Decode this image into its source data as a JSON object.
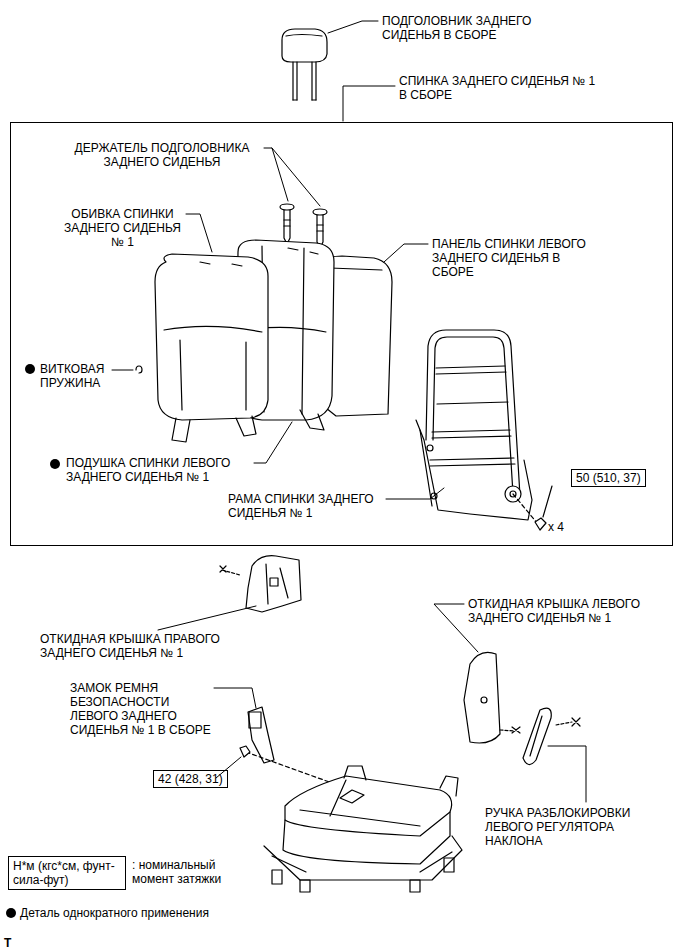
{
  "diagram": {
    "nodes": [
      {
        "text": [
          "СПИНКА ЗАДНЕГО СИДЕНЬЯ № 1 В СБОРЕ"
        ]
      },
      {
        "text": [
          "50 (510, 37)"
        ],
        "in": 0
      },
      {
        "text": [
          "42 (428, 31)"
        ]
      },
      {
        "text": [
          "Н*м (кгс*см, фунт-сила-фут)"
        ]
      }
    ],
    "labels": [
      "ПОДГОЛОВНИК ЗАДНЕГО СИДЕНЬЯ В СБОРЕ",
      "ДЕРЖАТЕЛЬ ПОДГОЛОВНИКА ЗАДНЕГО СИДЕНЬЯ",
      "ОБИВКА СПИНКИ ЗАДНЕГО СИДЕНЬЯ № 1",
      "ПАНЕЛЬ СПИНКИ ЛЕВОГО ЗАДНЕГО СИДЕНЬЯ В СБОРЕ",
      "ВИТКОВАЯ ПРУЖИНА",
      "ПОДУШКА СПИНКИ ЛЕВОГО ЗАДНЕГО СИДЕНЬЯ № 1",
      "РАМА СПИНКИ ЗАДНЕГО СИДЕНЬЯ № 1",
      "x 4",
      "ОТКИДНАЯ КРЫШКА ПРАВОГО ЗАДНЕГО СИДЕНЬЯ № 1",
      "ОТКИДНАЯ КРЫШКА ЛЕВОГО ЗАДНЕГО СИДЕНЬЯ № 1",
      "ЗАМОК РЕМНЯ БЕЗОПАСНОСТИ ЛЕВОГО ЗАДНЕГО СИДЕНЬЯ № 1 В СБОРЕ",
      "РУЧКА РАЗБЛОКИРОВКИ ЛЕВОГО РЕГУЛЯТОРА НАКЛОНА",
      "T"
    ],
    "legend": [
      {
        "text": ": номинальный момент затяжки"
      },
      {
        "text": "Деталь однократного применения"
      }
    ]
  }
}
